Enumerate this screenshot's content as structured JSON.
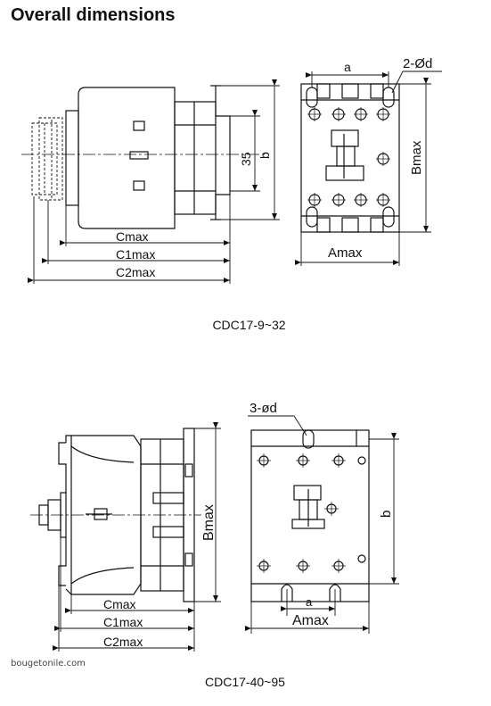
{
  "title": "Overall dimensions",
  "watermark": "bougetonile.com",
  "diagram1": {
    "caption": "CDC17-9~32",
    "labels": {
      "cmax": "Cmax",
      "c1max": "C1max",
      "c2max": "C2max",
      "dim35": "35",
      "b": "b",
      "a": "a",
      "hole": "2-Ød",
      "bmax": "Bmax",
      "amax": "Amax"
    }
  },
  "diagram2": {
    "caption": "CDC17-40~95",
    "labels": {
      "cmax": "Cmax",
      "c1max": "C1max",
      "c2max": "C2max",
      "bmax": "Bmax",
      "hole": "3-ød",
      "b": "b",
      "a": "a",
      "amax": "Amax"
    }
  }
}
